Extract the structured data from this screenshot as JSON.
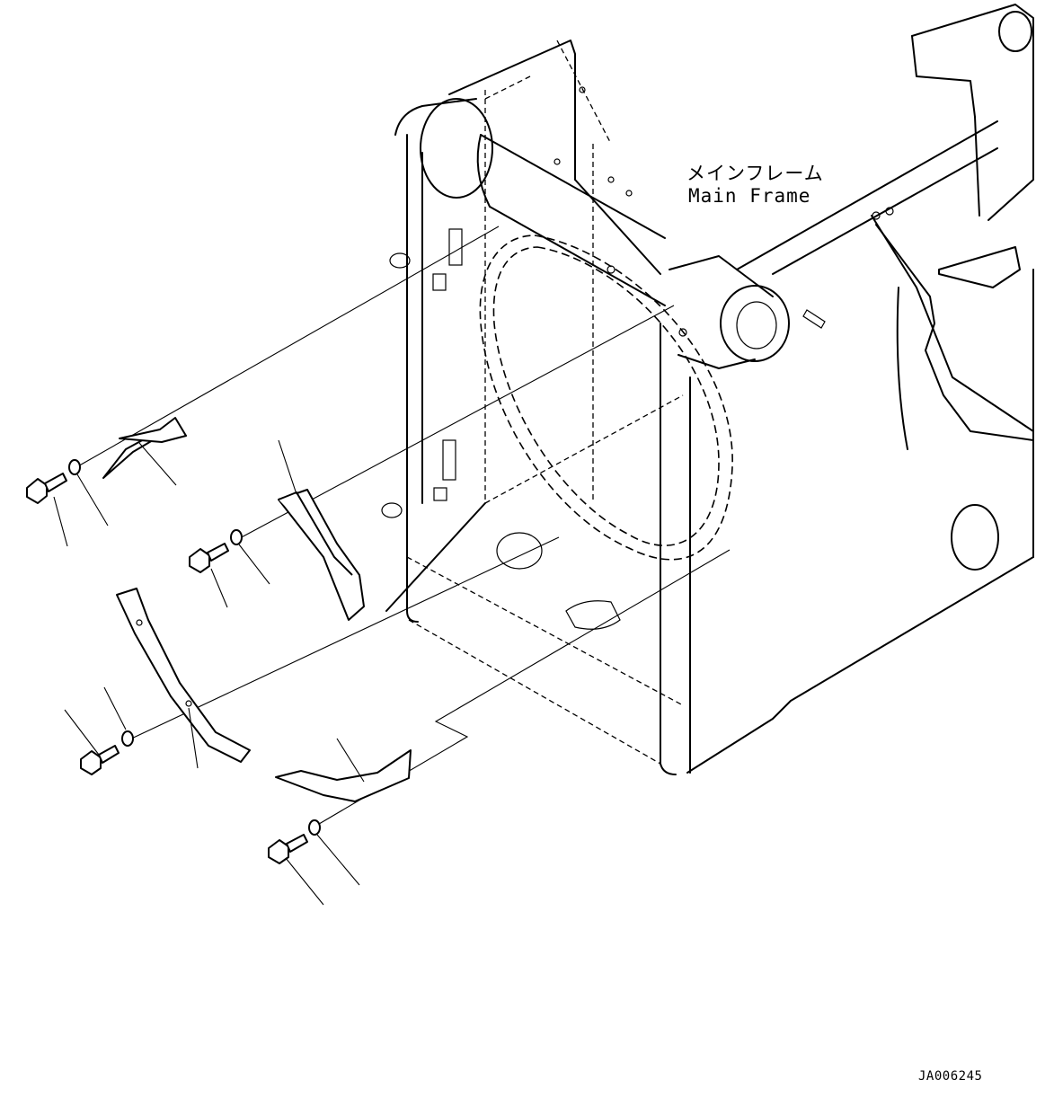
{
  "labels": {
    "main_frame_jp": "メインフレーム",
    "main_frame_en": "Main Frame",
    "drawing_id": "JA006245"
  },
  "colors": {
    "line": "#000000",
    "background": "#ffffff"
  }
}
